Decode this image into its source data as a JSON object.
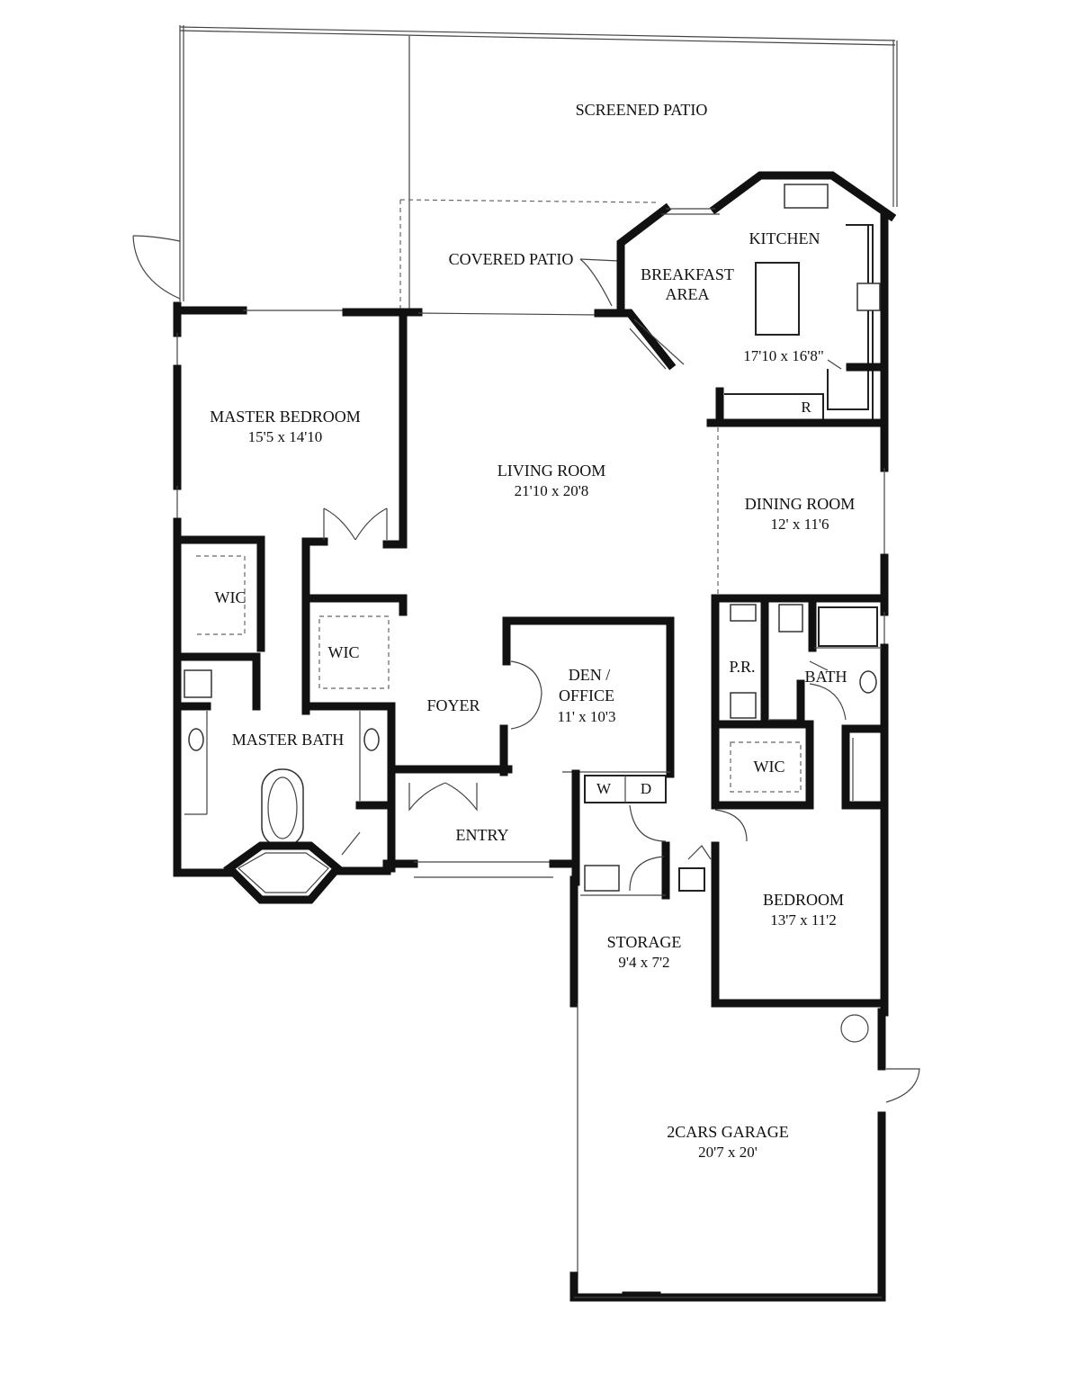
{
  "rooms": {
    "screened_patio": "SCREENED PATIO",
    "covered_patio": "COVERED PATIO",
    "kitchen": "KITCHEN",
    "breakfast": [
      "BREAKFAST",
      "AREA"
    ],
    "kitchen_dim": "17'10 x 16'8\"",
    "refrigerator": "R",
    "master_bedroom": "MASTER BEDROOM",
    "master_bedroom_dim": "15'5 x 14'10",
    "living_room": "LIVING ROOM",
    "living_room_dim": "21'10 x 20'8",
    "dining_room": "DINING ROOM",
    "dining_room_dim": "12' x 11'6",
    "wic": "WIC",
    "powder_room": "P.R.",
    "bath": "BATH",
    "den": [
      "DEN /",
      "OFFICE"
    ],
    "den_dim": "11' x 10'3",
    "foyer": "FOYER",
    "master_bath": "MASTER BATH",
    "washer": "W",
    "dryer": "D",
    "entry": "ENTRY",
    "bedroom": "BEDROOM",
    "bedroom_dim": "13'7 x 11'2",
    "storage": "STORAGE",
    "storage_dim": "9'4 x 7'2",
    "garage": "2CARS GARAGE",
    "garage_dim": "20'7 x 20'"
  }
}
